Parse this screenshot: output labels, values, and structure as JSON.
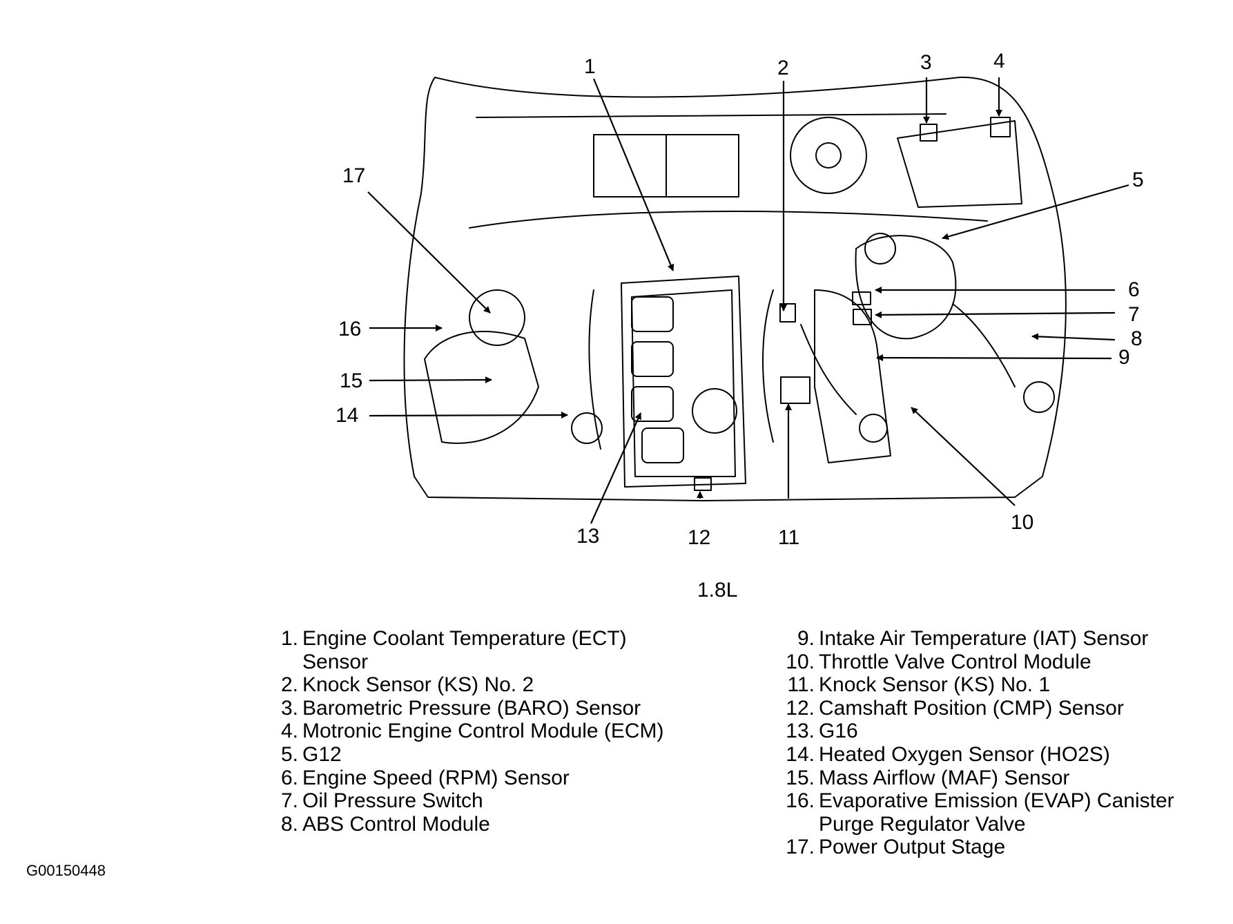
{
  "callouts": [
    "1",
    "2",
    "3",
    "4",
    "5",
    "6",
    "7",
    "8",
    "9",
    "10",
    "11",
    "12",
    "13",
    "14",
    "15",
    "16",
    "17"
  ],
  "engine_label": "1.8L",
  "legend_left": [
    {
      "num": "1.",
      "text": "Engine Coolant Temperature (ECT)\nSensor"
    },
    {
      "num": "2.",
      "text": "Knock Sensor (KS) No. 2"
    },
    {
      "num": "3.",
      "text": "Barometric Pressure (BARO) Sensor"
    },
    {
      "num": "4.",
      "text": "Motronic Engine Control Module (ECM)"
    },
    {
      "num": "5.",
      "text": "G12"
    },
    {
      "num": "6.",
      "text": "Engine Speed (RPM) Sensor"
    },
    {
      "num": "7.",
      "text": "Oil Pressure Switch"
    },
    {
      "num": "8.",
      "text": "ABS Control Module"
    }
  ],
  "legend_right": [
    {
      "num": "9.",
      "text": "Intake Air Temperature (IAT) Sensor"
    },
    {
      "num": "10.",
      "text": "Throttle Valve Control Module"
    },
    {
      "num": "11.",
      "text": "Knock Sensor (KS) No. 1"
    },
    {
      "num": "12.",
      "text": "Camshaft Position (CMP) Sensor"
    },
    {
      "num": "13.",
      "text": "G16"
    },
    {
      "num": "14.",
      "text": "Heated Oxygen Sensor (HO2S)"
    },
    {
      "num": "15.",
      "text": "Mass Airflow (MAF) Sensor"
    },
    {
      "num": "16.",
      "text": "Evaporative Emission (EVAP) Canister\nPurge Regulator Valve"
    },
    {
      "num": "17.",
      "text": "Power Output Stage"
    }
  ],
  "figure_id": "G00150448"
}
